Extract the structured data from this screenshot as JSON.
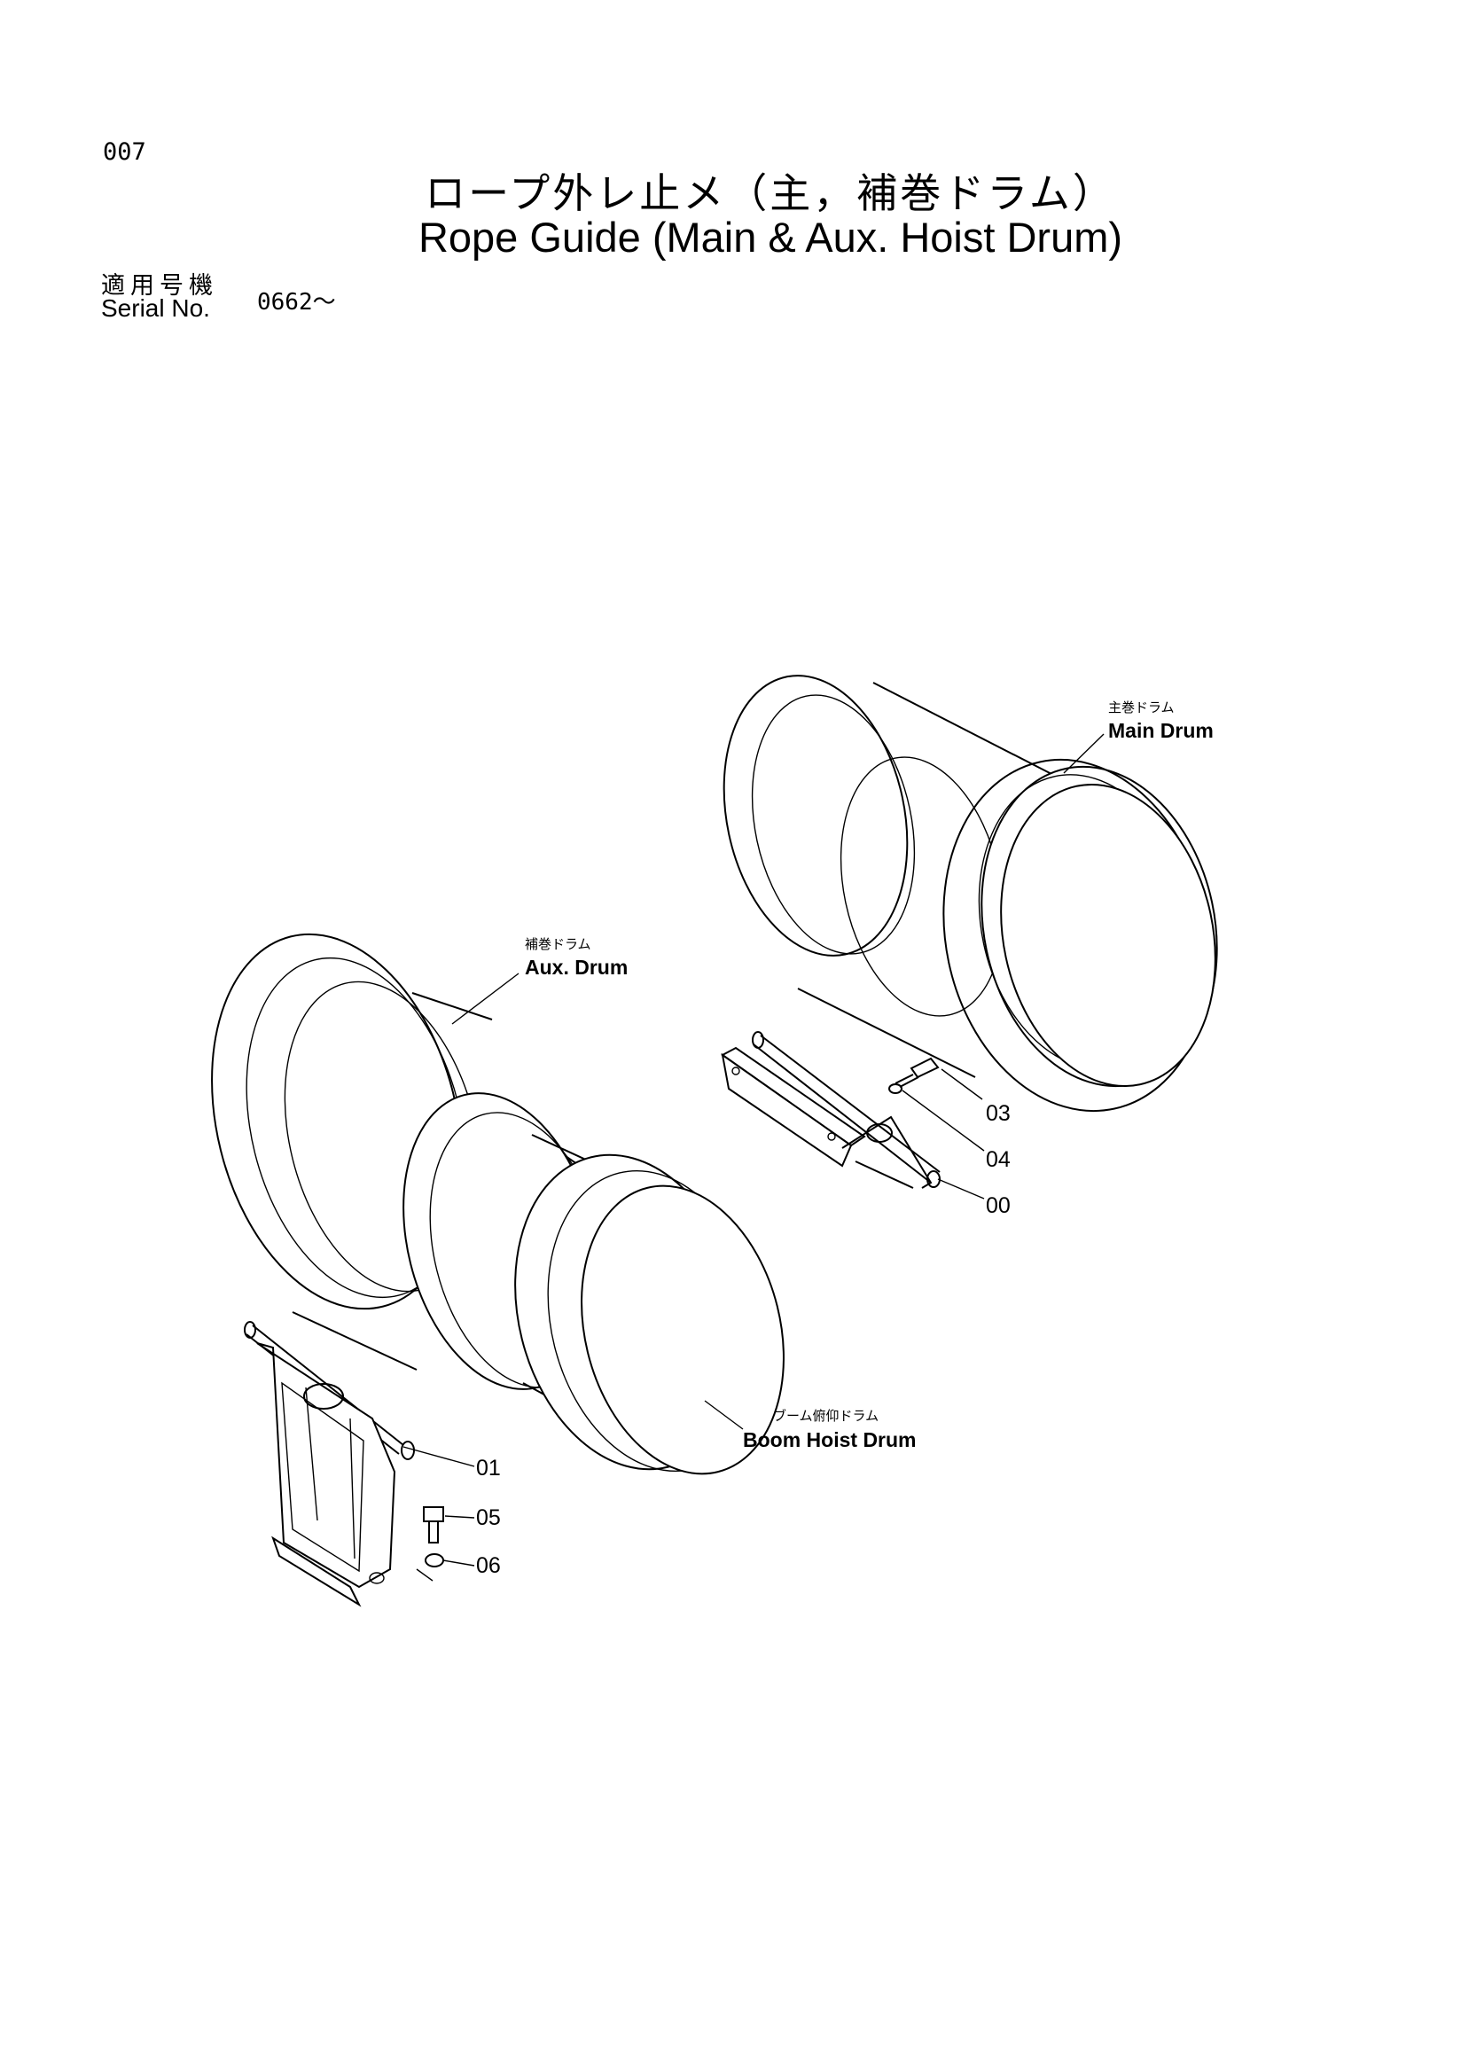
{
  "header": {
    "page_number": "007",
    "title_jp": "ロープ外レ止メ（主，補巻ドラム）",
    "title_en": "Rope Guide (Main & Aux. Hoist Drum)",
    "serial_label_jp": "適用号機",
    "serial_label_en": "Serial No.",
    "serial_value": "0662～"
  },
  "labels": {
    "main_drum_jp": "主巻ドラム",
    "main_drum_en": "Main Drum",
    "aux_drum_jp": "補巻ドラム",
    "aux_drum_en": "Aux. Drum",
    "boom_drum_jp": "ブーム俯仰ドラム",
    "boom_drum_en": "Boom Hoist Drum"
  },
  "parts": {
    "p00": "00",
    "p01": "01",
    "p03": "03",
    "p04": "04",
    "p05": "05",
    "p06": "06"
  }
}
